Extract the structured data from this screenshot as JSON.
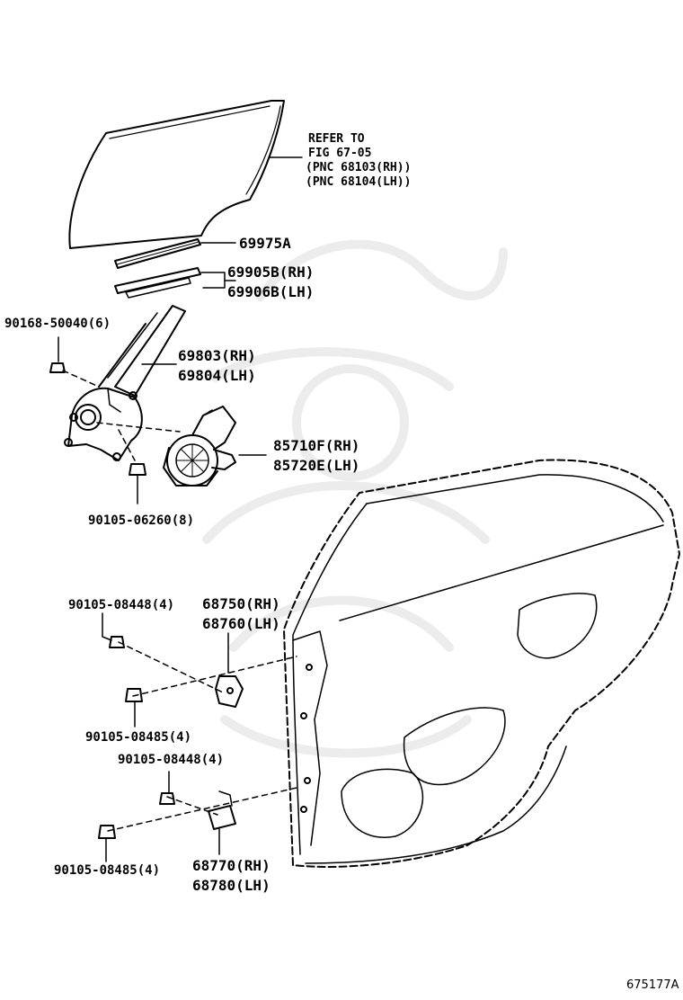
{
  "refer_note": {
    "line1": "REFER TO",
    "line2": "FIG 67-05",
    "line3": "(PNC 68103(RH))",
    "line4": "(PNC 68104(LH))"
  },
  "parts": {
    "p69975a": "69975A",
    "p69905b": "69905B(RH)",
    "p69906b": "69906B(LH)",
    "p69803": "69803(RH)",
    "p69804": "69804(LH)",
    "p85710f": "85710F(RH)",
    "p85720e": "85720E(LH)",
    "p68750": "68750(RH)",
    "p68760": "68760(LH)",
    "p68770": "68770(RH)",
    "p68780": "68780(LH)"
  },
  "bolts": {
    "b90168": "90168-50040(6)",
    "b90105_06260": "90105-06260(8)",
    "b90105_08448_a": "90105-08448(4)",
    "b90105_08485_a": "90105-08485(4)",
    "b90105_08448_b": "90105-08448(4)",
    "b90105_08485_b": "90105-08485(4)"
  },
  "diagram_code": "675177A"
}
